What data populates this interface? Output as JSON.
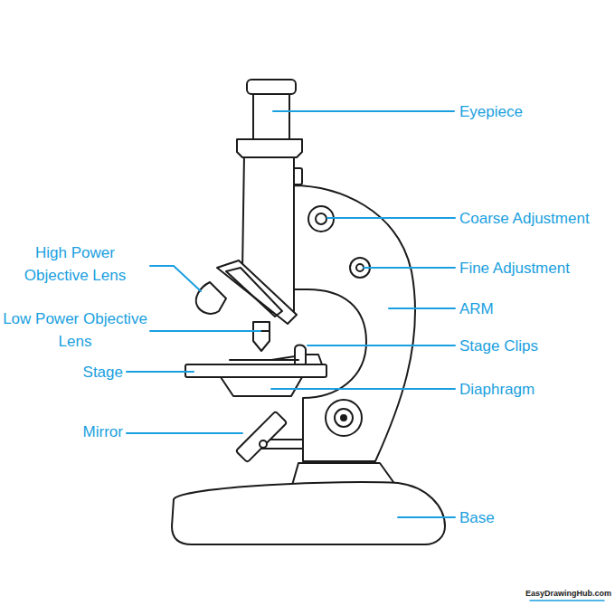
{
  "diagram": {
    "labels": [
      "Eyepiece",
      "Coarse Adjustment",
      "Fine Adjustment",
      "High Power Objective Lens",
      "ARM",
      "Low Power Objective Lens",
      "Stage Clips",
      "Stage",
      "Diaphragm",
      "Mirror",
      "Base",
      "EasyDrawingHub.com"
    ]
  }
}
